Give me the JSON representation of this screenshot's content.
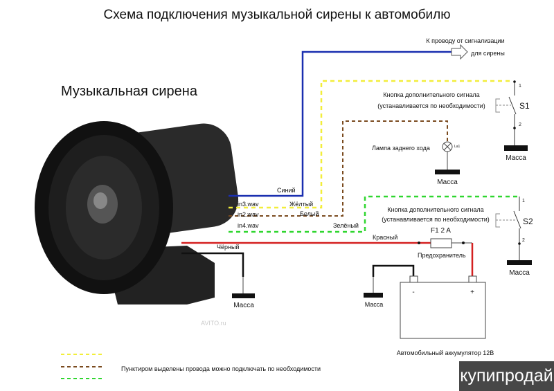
{
  "title": "Схема подключения музыкальной сирены к автомобилю",
  "siren_label": "Музыкальная сирена",
  "alarm": {
    "line1": "К проводу от сигнализации",
    "line2": "для сирены"
  },
  "wires": {
    "blue": "Синий",
    "yellow": "Жёлтый",
    "white": "Белый",
    "green": "Зелёный",
    "red": "Красный",
    "black": "Чёрный"
  },
  "inputs": [
    "in3.wav",
    "in2.wav",
    "in4.wav"
  ],
  "button1": {
    "line1": "Кнопка дополнительного сигнала",
    "line2": "(устанавливается по необходимости)",
    "name": "S1",
    "pin1": "1",
    "pin2": "2"
  },
  "button2": {
    "line1": "Кнопка дополнительного сигнала",
    "line2": "(устанавливается по необходимости)",
    "name": "S2",
    "pin1": "1",
    "pin2": "2"
  },
  "lamp": {
    "label": "Лампа заднего хода",
    "id": "La1"
  },
  "fuse": {
    "id": "F1  2 A",
    "label": "Предохранитель"
  },
  "battery": {
    "label": "Автомобильный аккумулятор 12В",
    "minus": "-",
    "plus": "+"
  },
  "ground": "Масса",
  "legend": "Пунктиром выделены  провода можно подключать по необходимости",
  "watermark_avito": "AVITO.ru",
  "watermark": "купипродай",
  "colors": {
    "blue": "#1a2fb0",
    "yellow": "#f2ee3a",
    "brown": "#7a4a1e",
    "green": "#2fd62f",
    "red": "#d42020",
    "black": "#111111"
  }
}
